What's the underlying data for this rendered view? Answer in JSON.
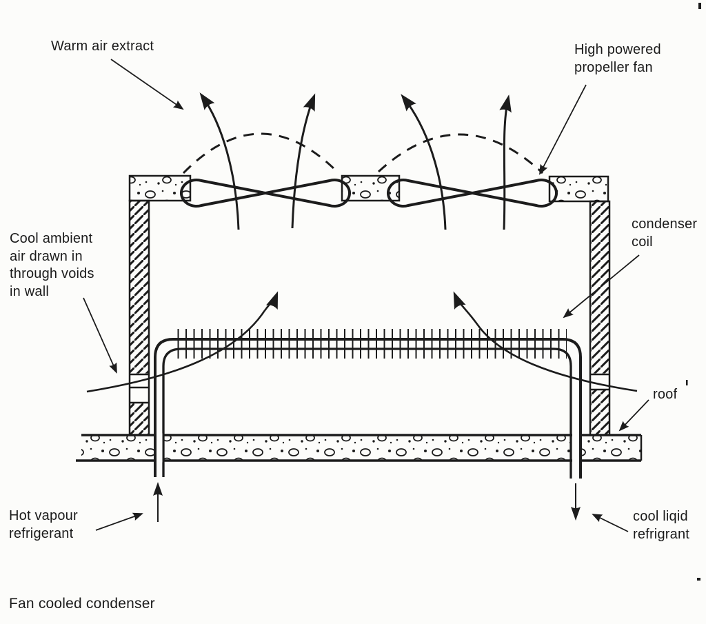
{
  "figure": {
    "caption": "Fan cooled condenser",
    "ink_color": "#1c1c1c",
    "background_color": "#fcfcfa"
  },
  "labels": {
    "warm_air_extract": "Warm air extract",
    "propeller_fan": "High powered\npropeller fan",
    "cool_ambient_air": "Cool ambient\nair drawn in\nthrough voids\nin wall",
    "condenser_coil": "condenser\ncoil",
    "roof": "roof",
    "hot_vapour": "Hot vapour\nrefrigerant",
    "cool_liquid": "cool liqid\nrefrigrant"
  },
  "components": {
    "fan_count": 2,
    "wall_style": "diagonal-hatch",
    "roof_style": "concrete-stipple",
    "coil_style": "finned-double-tube"
  }
}
